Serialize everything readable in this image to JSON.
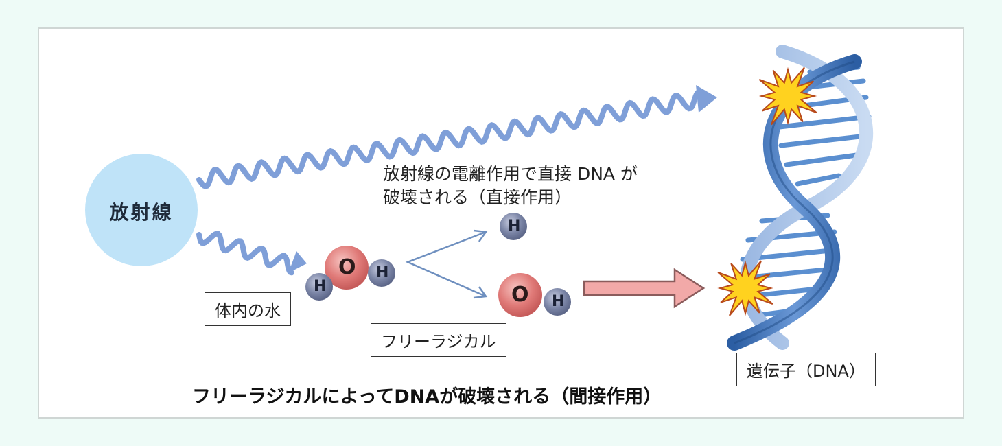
{
  "source": {
    "label": "放射線"
  },
  "direct_action": {
    "label_line1": "放射線の電離作用で直接 DNA が",
    "label_line2": "破壊される（直接作用）"
  },
  "water": {
    "label": "体内の水",
    "atoms": {
      "o": "O",
      "h1": "H",
      "h2": "H"
    }
  },
  "radical": {
    "label": "フリーラジカル",
    "h_atom": "H",
    "oh": {
      "o": "O",
      "h": "H"
    }
  },
  "gene": {
    "label": "遺伝子（DNA）"
  },
  "caption": {
    "text": "フリーラジカルによってDNAが破壊される（間接作用）"
  },
  "colors": {
    "background": "#eefbf7",
    "wave": "#7f9fd8",
    "source_circle": "#bfe3f8",
    "oxygen": "#e07a78",
    "hydrogen": "#7b85a6",
    "pink_arrow": "#f2a9a8",
    "dna_blue": "#3f74b8",
    "damage_star": "#ffd21f"
  }
}
